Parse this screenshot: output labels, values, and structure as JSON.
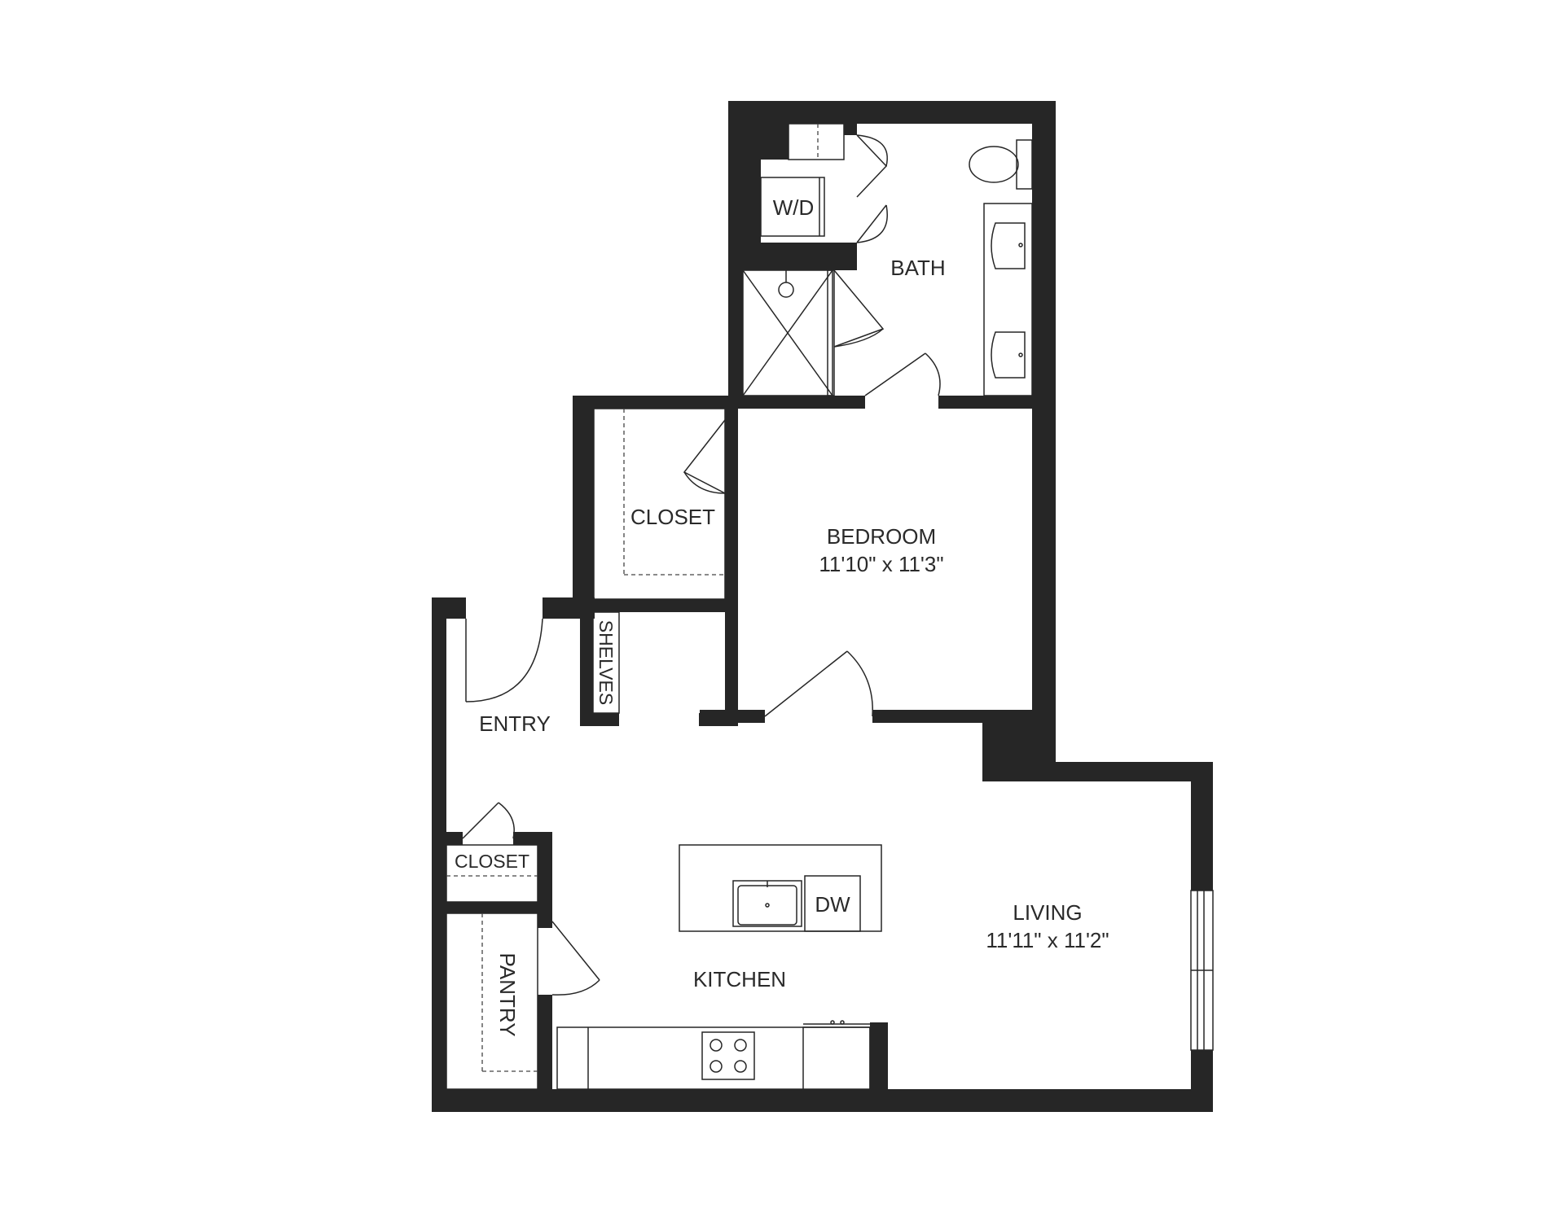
{
  "colors": {
    "wall": "#262626",
    "background": "#ffffff"
  },
  "rooms": {
    "bath": {
      "label": "BATH"
    },
    "wd": {
      "label": "W/D"
    },
    "walk_closet": {
      "label": "CLOSET"
    },
    "bedroom": {
      "label": "BEDROOM",
      "dims": "11'10\" x 11'3\""
    },
    "shelves": {
      "label": "SHELVES"
    },
    "entry": {
      "label": "ENTRY"
    },
    "coat_closet": {
      "label": "CLOSET"
    },
    "pantry": {
      "label": "PANTRY"
    },
    "kitchen": {
      "label": "KITCHEN"
    },
    "dishwasher": {
      "label": "DW"
    },
    "living": {
      "label": "LIVING",
      "dims": "11'11\" x 11'2\""
    }
  }
}
